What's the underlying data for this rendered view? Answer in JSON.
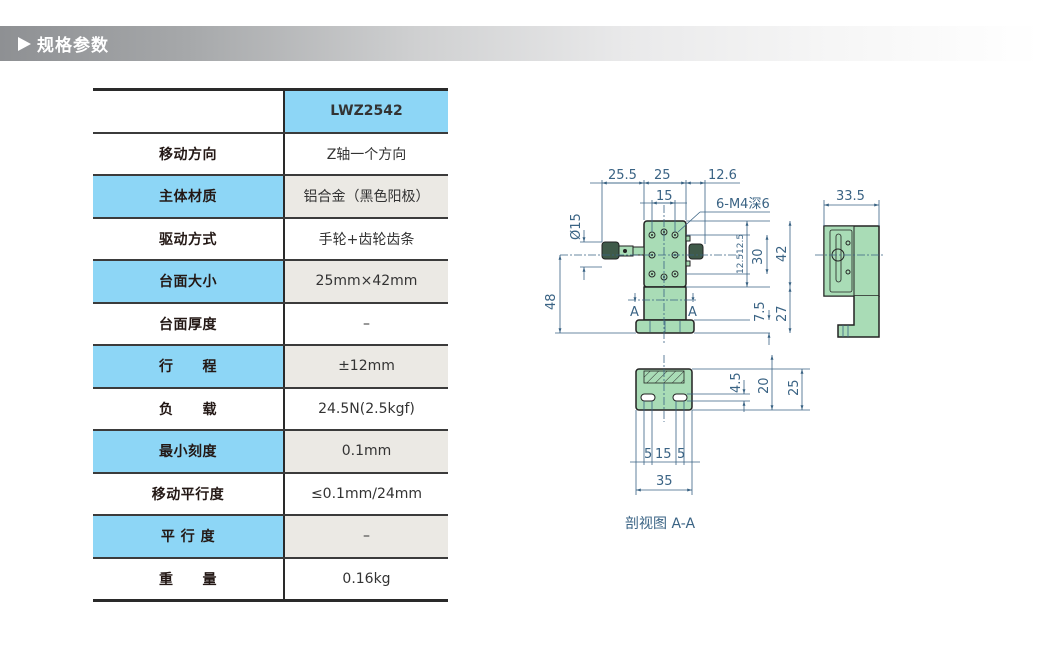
{
  "header": {
    "title": "规格参数",
    "icon": "triangle-right-icon"
  },
  "spec_table": {
    "model": "LWZ2542",
    "rows": [
      {
        "label": "移动方向",
        "value": "Z轴一个方向"
      },
      {
        "label": "主体材质",
        "value": "铝合金（黑色阳极）"
      },
      {
        "label": "驱动方式",
        "value": "手轮+齿轮齿条"
      },
      {
        "label": "台面大小",
        "value": "25mm×42mm"
      },
      {
        "label": "台面厚度",
        "value": "–"
      },
      {
        "label": "行　　程",
        "value": "±12mm"
      },
      {
        "label": "负　　载",
        "value": "24.5N(2.5kgf)"
      },
      {
        "label": "最小刻度",
        "value": "0.1mm"
      },
      {
        "label": "移动平行度",
        "value": "≤0.1mm/24mm"
      },
      {
        "label": "平 行 度",
        "value": "–"
      },
      {
        "label": "重　　量",
        "value": "0.16kg"
      }
    ]
  },
  "drawing": {
    "front_view": {
      "dims": {
        "width_left": "25.5",
        "width_top": "25",
        "width_right": "12.6",
        "hole_spacing_x": "15",
        "thread_note": "6-M4深6",
        "knob_dia": "Ø15",
        "height_total": "48",
        "hole_up": "12.5",
        "hole_down": "12.5",
        "hole_span_y": "30",
        "stage_height": "42",
        "base_offset": "7.5",
        "base_height": "27",
        "section_mark": "A"
      }
    },
    "side_view": {
      "dims": {
        "depth": "33.5"
      }
    },
    "section_view": {
      "dims": {
        "slot_offset": "4.5",
        "slot_height": "20",
        "section_height": "25",
        "slot_w1": "5",
        "slot_gap": "15",
        "slot_w2": "5",
        "section_width": "35"
      },
      "caption": "剖视图 A-A"
    }
  },
  "colors": {
    "table_blue": "#8dd6f6",
    "table_gray": "#ebe9e4",
    "part_green": "#a9dcb6",
    "dim_line": "#3a6384"
  }
}
